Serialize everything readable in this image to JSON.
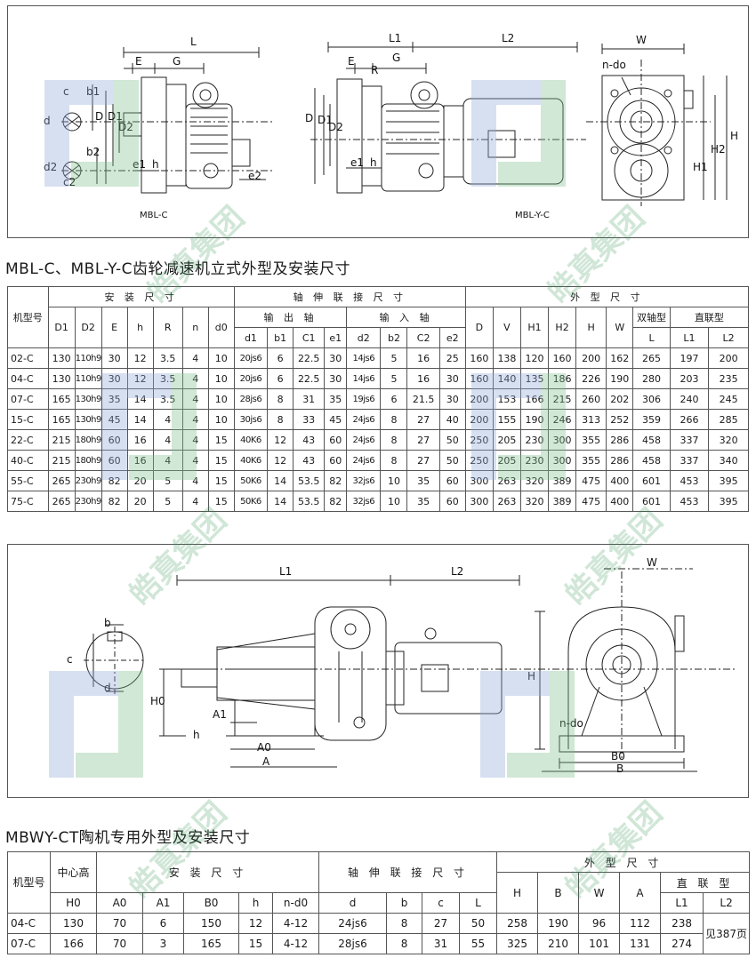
{
  "top_drawing": {
    "captions": {
      "left": "MBL-C",
      "right": "MBL-Y-C"
    },
    "dims_left": {
      "L": "L",
      "E": "E",
      "G": "G",
      "c": "c",
      "b1": "b1",
      "d": "d",
      "D": "D",
      "D1": "D1",
      "D2": "D2",
      "b2": "b2",
      "d2": "d2",
      "c2": "c2",
      "e1": "e1",
      "h": "h",
      "e2": "e2"
    },
    "dims_mid": {
      "L1": "L1",
      "L2": "L2",
      "E": "E",
      "G": "G",
      "R": "R",
      "D": "D",
      "D1": "D1",
      "D2": "D2",
      "e1": "e1",
      "h": "h"
    },
    "dims_right": {
      "W": "W",
      "ndo": "n-do",
      "H": "H",
      "H1": "H1",
      "H2": "H2"
    }
  },
  "table1": {
    "title": "MBL-C、MBL-Y-C齿轮减速机立式外型及安装尺寸",
    "model_label": "机型号",
    "group_install": "安 装 尺 寸",
    "group_shaft": "轴 伸 联 接 尺 寸",
    "group_outline": "外 型 尺 寸",
    "sub_output": "输 出 轴",
    "sub_input": "输 入 轴",
    "sub_double": "双轴型",
    "sub_direct": "直联型",
    "cols_install": [
      "D1",
      "D2",
      "E",
      "h",
      "R",
      "n",
      "d0"
    ],
    "cols_output": [
      "d1",
      "b1",
      "C1",
      "e1"
    ],
    "cols_input": [
      "d2",
      "b2",
      "C2",
      "e2"
    ],
    "cols_outline_a": [
      "D",
      "V",
      "H1",
      "H2",
      "H",
      "W"
    ],
    "col_L": "L",
    "col_L1": "L1",
    "col_L2": "L2",
    "rows": [
      [
        "02-C",
        "130",
        "110h9",
        "30",
        "12",
        "3.5",
        "4",
        "10",
        "20js6",
        "6",
        "22.5",
        "30",
        "14js6",
        "5",
        "16",
        "25",
        "160",
        "138",
        "120",
        "160",
        "200",
        "162",
        "265",
        "197",
        "200"
      ],
      [
        "04-C",
        "130",
        "110h9",
        "30",
        "12",
        "3.5",
        "4",
        "10",
        "20js6",
        "6",
        "22.5",
        "30",
        "14js6",
        "5",
        "16",
        "30",
        "160",
        "140",
        "135",
        "186",
        "226",
        "190",
        "280",
        "203",
        "235"
      ],
      [
        "07-C",
        "165",
        "130h9",
        "35",
        "14",
        "3.5",
        "4",
        "10",
        "28js6",
        "8",
        "31",
        "35",
        "19js6",
        "6",
        "21.5",
        "30",
        "200",
        "153",
        "166",
        "215",
        "260",
        "202",
        "306",
        "240",
        "245"
      ],
      [
        "15-C",
        "165",
        "130h9",
        "45",
        "14",
        "4",
        "4",
        "10",
        "30js6",
        "8",
        "33",
        "45",
        "24js6",
        "8",
        "27",
        "40",
        "200",
        "155",
        "190",
        "246",
        "313",
        "252",
        "359",
        "266",
        "285"
      ],
      [
        "22-C",
        "215",
        "180h9",
        "60",
        "16",
        "4",
        "4",
        "15",
        "40K6",
        "12",
        "43",
        "60",
        "24js6",
        "8",
        "27",
        "50",
        "250",
        "205",
        "230",
        "300",
        "355",
        "286",
        "458",
        "337",
        "320"
      ],
      [
        "40-C",
        "215",
        "180h9",
        "60",
        "16",
        "4",
        "4",
        "15",
        "40K6",
        "12",
        "43",
        "60",
        "24js6",
        "8",
        "27",
        "50",
        "250",
        "205",
        "230",
        "300",
        "355",
        "286",
        "458",
        "337",
        "340"
      ],
      [
        "55-C",
        "265",
        "230h9",
        "82",
        "20",
        "5",
        "4",
        "15",
        "50K6",
        "14",
        "53.5",
        "82",
        "32js6",
        "10",
        "35",
        "60",
        "300",
        "263",
        "320",
        "389",
        "475",
        "400",
        "601",
        "453",
        "395"
      ],
      [
        "75-C",
        "265",
        "230h9",
        "82",
        "20",
        "5",
        "4",
        "15",
        "50K6",
        "14",
        "53.5",
        "82",
        "32js6",
        "10",
        "35",
        "60",
        "300",
        "263",
        "320",
        "389",
        "475",
        "400",
        "601",
        "453",
        "395"
      ]
    ]
  },
  "mid_drawing": {
    "dims": {
      "L1": "L1",
      "L2": "L2",
      "W": "W",
      "b": "b",
      "c": "c",
      "d": "d",
      "H0": "H0",
      "A1": "A1",
      "h": "h",
      "A0": "A0",
      "A": "A",
      "H": "H",
      "ndo": "n-do",
      "B0": "B0",
      "B": "B"
    }
  },
  "table2": {
    "title": "MBWY-CT陶机专用外型及安装尺寸",
    "model_label": "机型号",
    "center_label": "中心高",
    "center_sub": "H0",
    "group_install": "安 装 尺 寸",
    "group_shaft": "轴 伸 联 接 尺 寸",
    "group_outline": "外 型 尺 寸",
    "sub_direct": "直 联 型",
    "cols_install": [
      "A0",
      "A1",
      "B0",
      "h",
      "n-d0"
    ],
    "cols_shaft": [
      "d",
      "b",
      "c",
      "L"
    ],
    "cols_outline": [
      "H",
      "B",
      "W",
      "A"
    ],
    "col_L1": "L1",
    "col_L2": "L2",
    "see_page": "见387页",
    "rows": [
      [
        "04-C",
        "130",
        "70",
        "6",
        "150",
        "12",
        "4-12",
        "24js6",
        "8",
        "27",
        "50",
        "258",
        "190",
        "96",
        "112",
        "238"
      ],
      [
        "07-C",
        "166",
        "70",
        "3",
        "165",
        "15",
        "4-12",
        "28js6",
        "8",
        "31",
        "55",
        "325",
        "210",
        "101",
        "131",
        "274"
      ]
    ]
  },
  "watermark": {
    "text": "皓真集团"
  }
}
